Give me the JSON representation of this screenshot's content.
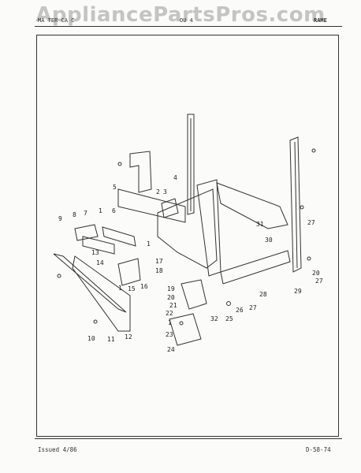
{
  "watermark": "AppliancePartsPros.com",
  "header": {
    "left": "MA TER CA C",
    "center": "OU 4",
    "right": "RAME"
  },
  "footer": {
    "issued": "Issued 4/86",
    "code": "D-58-74"
  },
  "callouts": [
    "1",
    "2",
    "3",
    "4",
    "5",
    "6",
    "7",
    "8",
    "9",
    "10",
    "11",
    "12",
    "13",
    "14",
    "15",
    "16",
    "17",
    "18",
    "19",
    "20",
    "21",
    "22",
    "23",
    "24",
    "25",
    "26",
    "27",
    "28",
    "29",
    "30",
    "31",
    "32",
    "1",
    "1",
    "27",
    "20",
    "27",
    "1"
  ]
}
